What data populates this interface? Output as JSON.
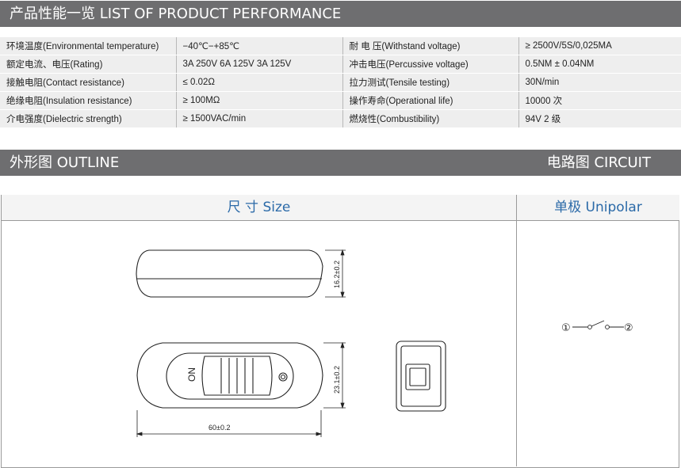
{
  "performance": {
    "title": "产品性能一览 LIST OF PRODUCT PERFORMANCE",
    "rows": [
      {
        "l1": "环境温度(Environmental temperature)",
        "v1": "−40℃−+85℃",
        "l2": "耐 电 压(Withstand voltage)",
        "v2": "≥ 2500V/5S/0,025MA"
      },
      {
        "l1": "额定电流、电压(Rating)",
        "v1": "3A 250V  6A 125V 3A 125V",
        "l2": "冲击电压(Percussive voltage)",
        "v2": "0.5NM ± 0.04NM"
      },
      {
        "l1": "接触电阻(Contact resistance)",
        "v1": "≤ 0.02Ω",
        "l2": "拉力测试(Tensile testing)",
        "v2": "30N/min"
      },
      {
        "l1": "绝缘电阻(Insulation resistance)",
        "v1": "≥ 100MΩ",
        "l2": "操作寿命(Operational life)",
        "v2": "10000 次"
      },
      {
        "l1": "介电强度(Dielectric strength)",
        "v1": "≥ 1500VAC/min",
        "l2": "燃烧性(Combustibility)",
        "v2": "94V 2 级"
      }
    ]
  },
  "outline": {
    "title": "外形图 OUTLINE",
    "circuit_title": "电路图 CIRCUIT",
    "size_header": "尺    寸  Size",
    "unipolar_header": "单极 Unipolar",
    "dim_height_top": "16.2±0.2",
    "dim_height_front": "23.1±0.2",
    "dim_width": "60±0.2",
    "switch_mark": "ON",
    "circuit_terminal_1": "①",
    "circuit_terminal_2": "②"
  }
}
